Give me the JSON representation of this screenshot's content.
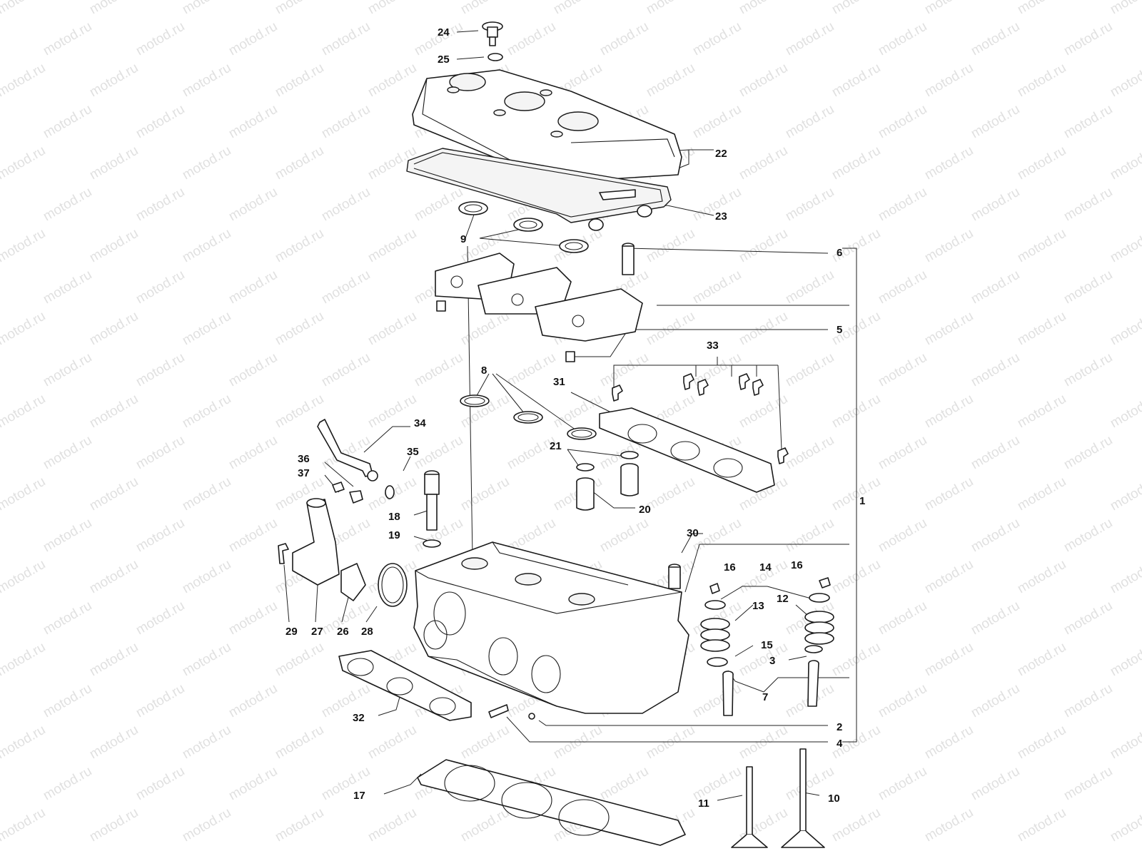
{
  "watermark": {
    "text": "motod.ru"
  },
  "labels": {
    "l1": "1",
    "l2": "2",
    "l3": "3",
    "l4": "4",
    "l5": "5",
    "l6": "6",
    "l7": "7",
    "l8": "8",
    "l9": "9",
    "l10": "10",
    "l11": "11",
    "l12": "12",
    "l13": "13",
    "l14": "14",
    "l15": "15",
    "l16a": "16",
    "l16b": "16",
    "l17": "17",
    "l18": "18",
    "l19": "19",
    "l20": "20",
    "l21": "21",
    "l22": "22",
    "l23": "23",
    "l24": "24",
    "l25": "25",
    "l26": "26",
    "l27": "27",
    "l28": "28",
    "l29": "29",
    "l30": "30",
    "l31": "31",
    "l32": "32",
    "l33": "33",
    "l34": "34",
    "l35": "35",
    "l36": "36",
    "l37": "37"
  }
}
